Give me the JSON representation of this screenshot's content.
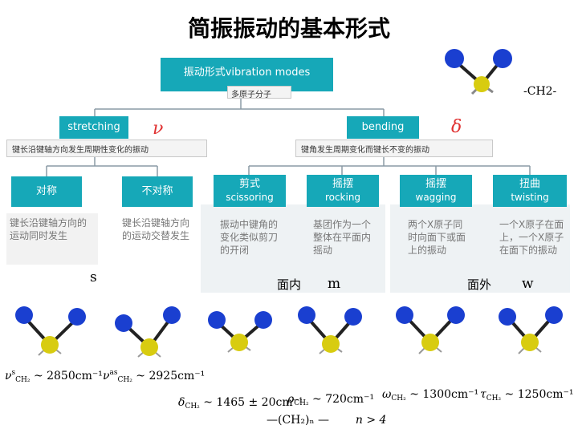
{
  "title": "简振振动的基本形式",
  "tree": {
    "root": {
      "label": "振动形式vibration modes",
      "note": "多原子分子"
    },
    "stretching": {
      "label": "stretching",
      "symbol": "ν",
      "note": "键长沿键轴方向发生周期性变化的振动"
    },
    "bending": {
      "label": "bending",
      "symbol": "δ",
      "note": "键角发生周期变化而键长不变的振动"
    },
    "sym": {
      "label": "对称",
      "desc": "键长沿键轴方向的运动同时发生"
    },
    "asym": {
      "label": "不对称",
      "desc": "键长沿键轴方向的运动交替发生"
    },
    "scissoring": {
      "label_cn": "剪式",
      "label_en": "scissoring",
      "desc": "振动中键角的变化类似剪刀的开闭"
    },
    "rocking": {
      "label_cn": "摇摆",
      "label_en": "rocking",
      "desc": "基团作为一个整体在平面内摇动"
    },
    "wagging": {
      "label_cn": "摇摆",
      "label_en": "wagging",
      "desc": "两个X原子同时向面下或面上的振动"
    },
    "twisting": {
      "label_cn": "扭曲",
      "label_en": "twisting",
      "desc": "一个X原子在面上，一个X原子在面下的振动"
    }
  },
  "ch2_label": "-CH2-",
  "bottom_labels": {
    "s": "s",
    "in_plane": "面内",
    "m": "m",
    "out_plane": "面外",
    "w": "w"
  },
  "formulas": {
    "nu_s": "~ 2850cm⁻¹",
    "nu_as": "~ 2925cm⁻¹",
    "delta": "~ 1465 ± 20cm⁻¹",
    "rho": "~ 720cm⁻¹",
    "omega": "~ 1300cm⁻¹",
    "tau": "~ 1250cm⁻¹",
    "chain": "—(CH₂)ₙ —",
    "chain_cond": "n > 4"
  },
  "colors": {
    "teal": "#16a8b8",
    "blue_atom": "#1a3fd0",
    "yellow_atom": "#d8cc10",
    "accent": "#e03030"
  }
}
